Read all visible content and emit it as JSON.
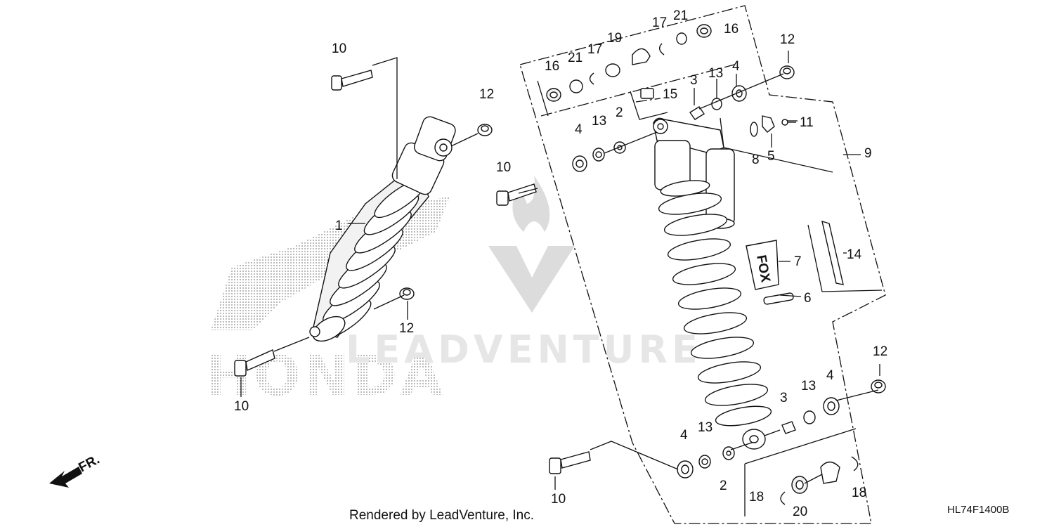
{
  "diagram": {
    "callouts": {
      "c1": "1",
      "c2a": "2",
      "c2b": "2",
      "c3a": "3",
      "c3b": "3",
      "c4a": "4",
      "c4b": "4",
      "c4c": "4",
      "c4d": "4",
      "c5": "5",
      "c6": "6",
      "c7": "7",
      "c8": "8",
      "c9": "9",
      "c10a": "10",
      "c10b": "10",
      "c10c": "10",
      "c10d": "10",
      "c11": "11",
      "c12a": "12",
      "c12b": "12",
      "c12c": "12",
      "c12d": "12",
      "c13a": "13",
      "c13b": "13",
      "c13c": "13",
      "c13d": "13",
      "c14": "14",
      "c15": "15",
      "c16a": "16",
      "c16b": "16",
      "c17a": "17",
      "c17b": "17",
      "c18a": "18",
      "c18b": "18",
      "c19": "19",
      "c20": "20",
      "c21a": "21",
      "c21b": "21"
    },
    "direction_label": "FR.",
    "footer_credit": "Rendered by LeadVenture, Inc.",
    "diagram_code": "HL74F1400B",
    "watermark_text": "LEADVENTURE",
    "brand_watermark": "HONDA",
    "decal_text": "FOX"
  }
}
